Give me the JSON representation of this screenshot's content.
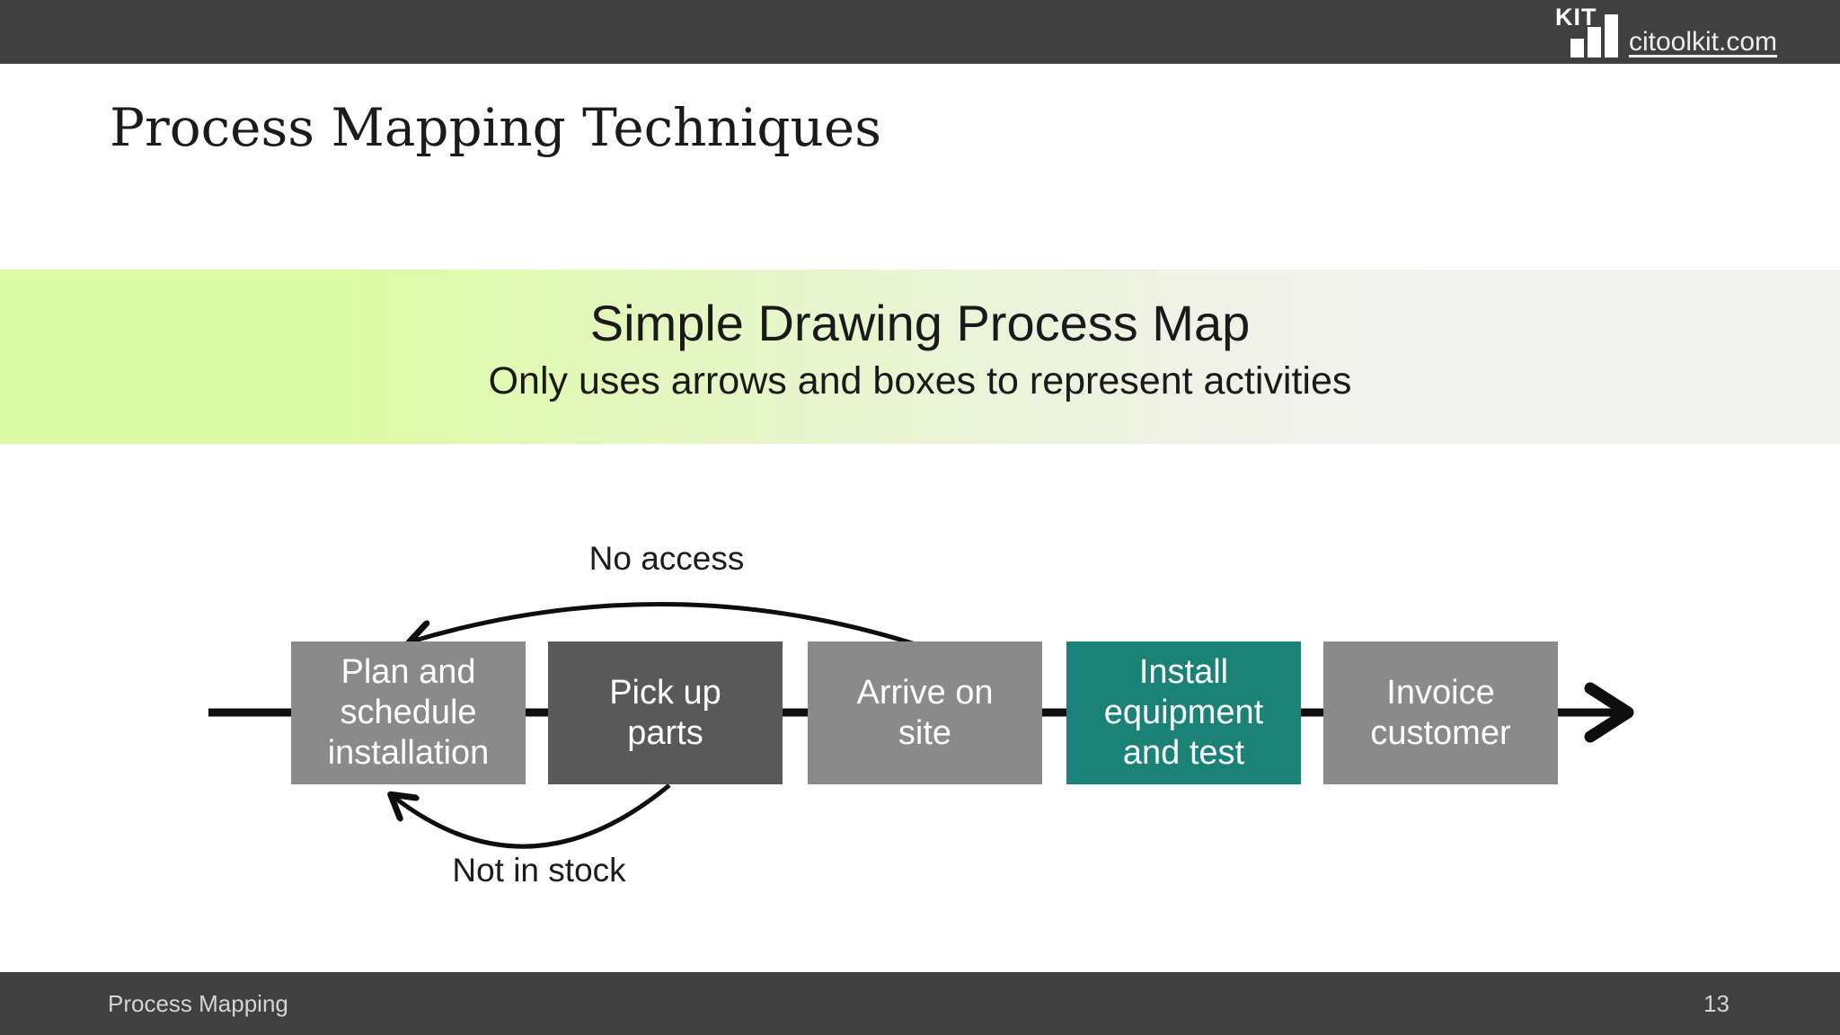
{
  "header": {
    "logo_text": "KIT",
    "website_link": "citoolkit.com"
  },
  "slide": {
    "title": "Process Mapping Techniques"
  },
  "banner": {
    "title": "Simple Drawing Process Map",
    "subtitle": "Only uses arrows and boxes to represent activities"
  },
  "diagram": {
    "type": "process-flow",
    "steps": [
      {
        "label": "Plan and schedule installation",
        "color": "#8A8A8A"
      },
      {
        "label": "Pick up parts",
        "color": "#595959"
      },
      {
        "label": "Arrive on site",
        "color": "#8A8A8A"
      },
      {
        "label": "Install equipment and test",
        "color": "#1A8276"
      },
      {
        "label": "Invoice customer",
        "color": "#8A8A8A"
      }
    ],
    "feedback_loops": [
      {
        "label": "No access",
        "from": "Arrive on site",
        "to": "Plan and schedule installation",
        "position": "above"
      },
      {
        "label": "Not in stock",
        "from": "Pick up parts",
        "to": "Plan and schedule installation",
        "position": "below"
      }
    ]
  },
  "footer": {
    "section": "Process Mapping",
    "page_number": "13"
  },
  "colors": {
    "bar_background": "#404040",
    "banner_green": "#DDFBA5",
    "banner_gray": "#F2F2F1",
    "step_gray": "#8A8A8A",
    "step_dark_gray": "#595959",
    "step_teal": "#1A8276",
    "arrow_black": "#0E0E0E"
  }
}
